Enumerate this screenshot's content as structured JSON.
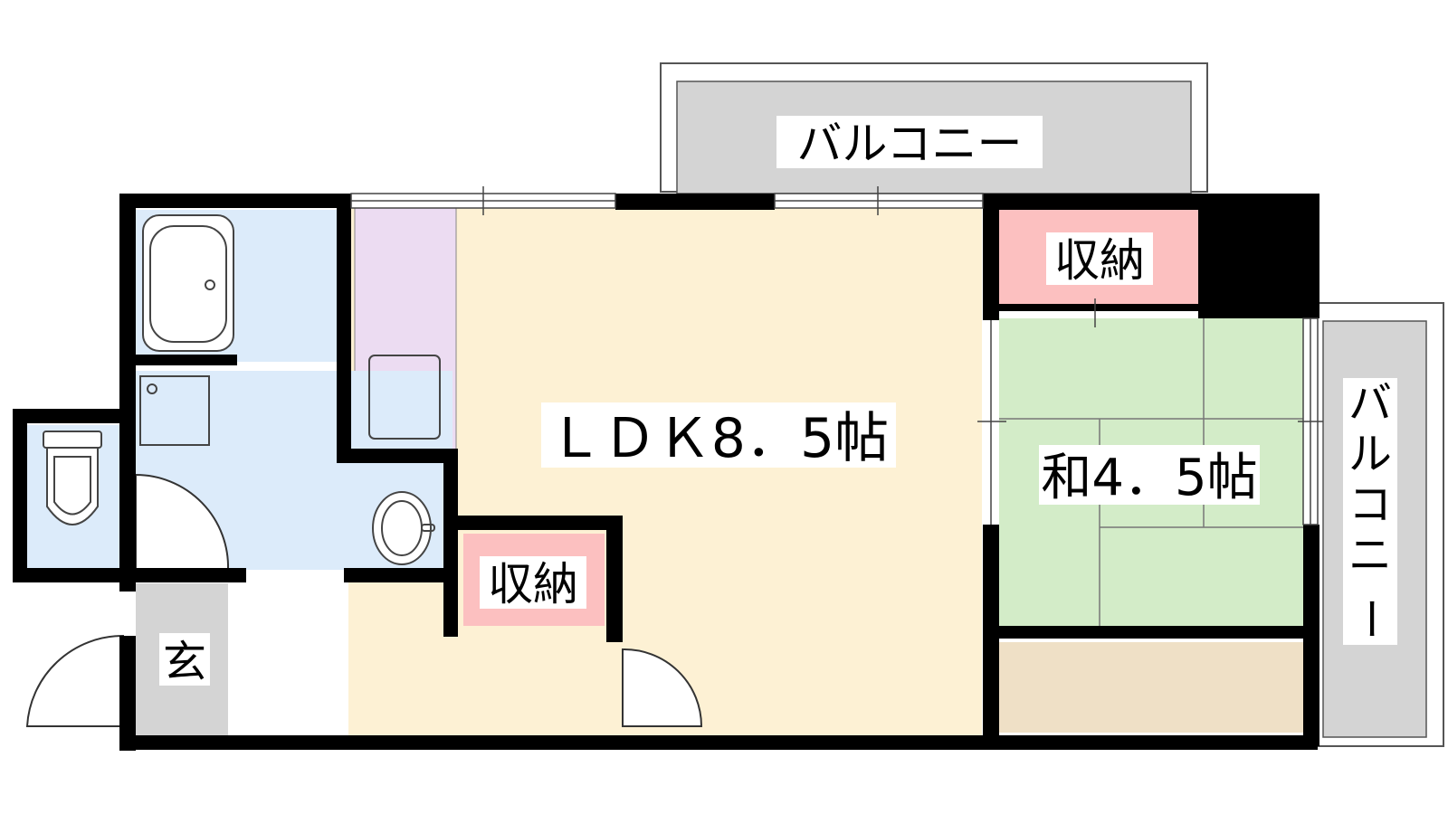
{
  "rooms": {
    "ldk": "ＬＤＫ8．5帖",
    "washitsu": "和4．5帖",
    "storage_top": "収納",
    "storage_mid": "収納",
    "entrance": "玄",
    "balcony_top": "バルコニー",
    "balcony_right": [
      "バ",
      "ル",
      "コ",
      "ニ",
      "ー"
    ]
  },
  "colors": {
    "wall": "#000000",
    "balcony": "#d4d4d4",
    "bath": "#dcebfa",
    "ldk": "#fdf1d4",
    "washitsu": "#d3ecc8",
    "storage": "#fcc0c0",
    "kitchen": "#ecdcf2",
    "entrance": "#d4d4d4",
    "closet_floor": "#efe0c6"
  }
}
